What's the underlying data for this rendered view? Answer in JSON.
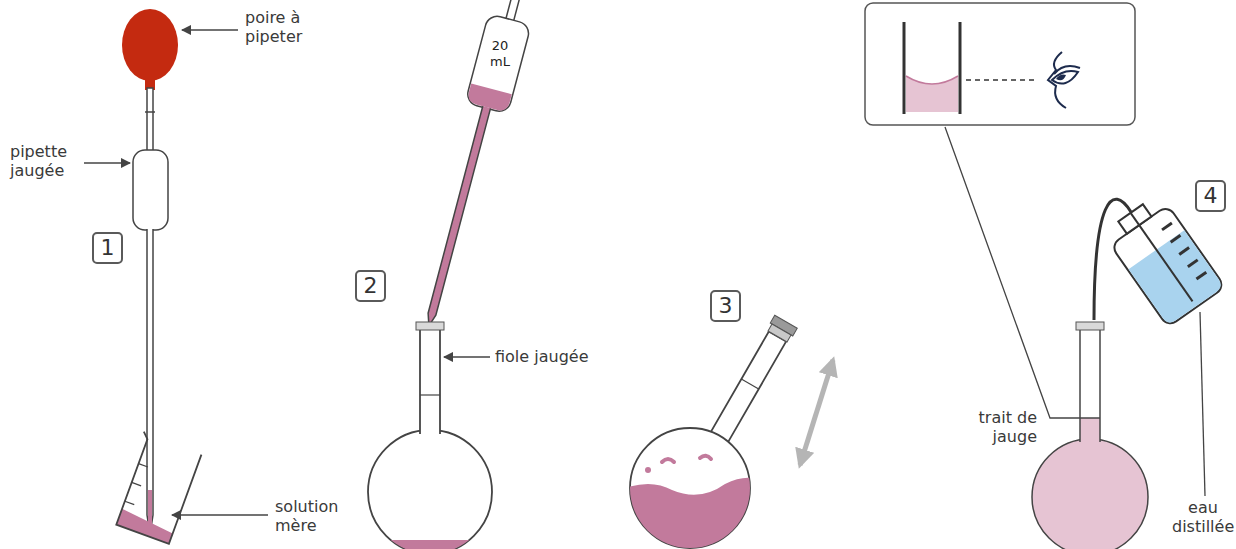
{
  "diagram": {
    "nodes": [
      {
        "text": [
          "1"
        ]
      },
      {
        "text": [
          "2"
        ]
      },
      {
        "text": [
          "3"
        ]
      },
      {
        "text": [
          "4"
        ]
      }
    ],
    "labels": [
      "poire à pipeter",
      "pipette jaugée",
      "solution mère",
      "20 mL",
      "fiole jaugée",
      "trait de jauge",
      "eau distillée"
    ]
  }
}
